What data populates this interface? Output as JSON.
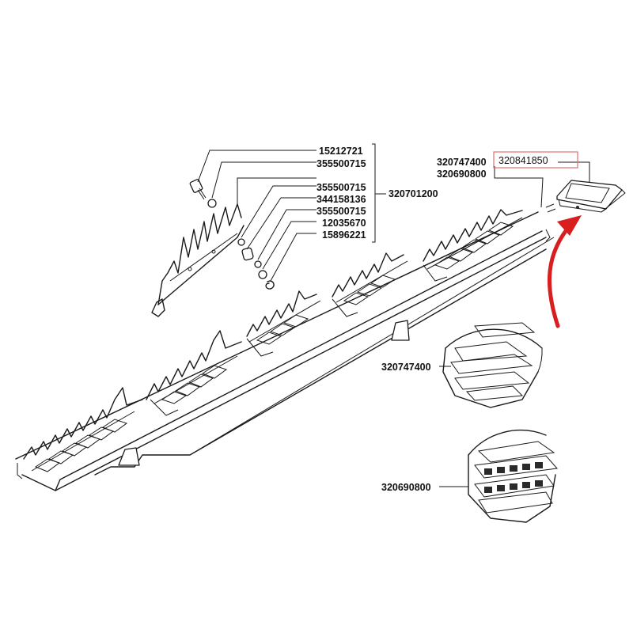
{
  "labels": {
    "bolt_1": "15212721",
    "washer_1": "355500715",
    "washer_2": "355500715",
    "spacer": "344158136",
    "washer_3": "355500715",
    "nut": "12035670",
    "clip": "15896221",
    "knife_assembly": "320701200",
    "sieve_upper": "320747400",
    "sieve_lower": "320690800",
    "highlighted_part": "320841850",
    "detail_1": "320747400",
    "detail_2": "320690800"
  },
  "colors": {
    "highlight_box": "#e07070",
    "arrow": "#d81e1e"
  },
  "icons": {
    "arrow": "curved-arrow-icon"
  }
}
